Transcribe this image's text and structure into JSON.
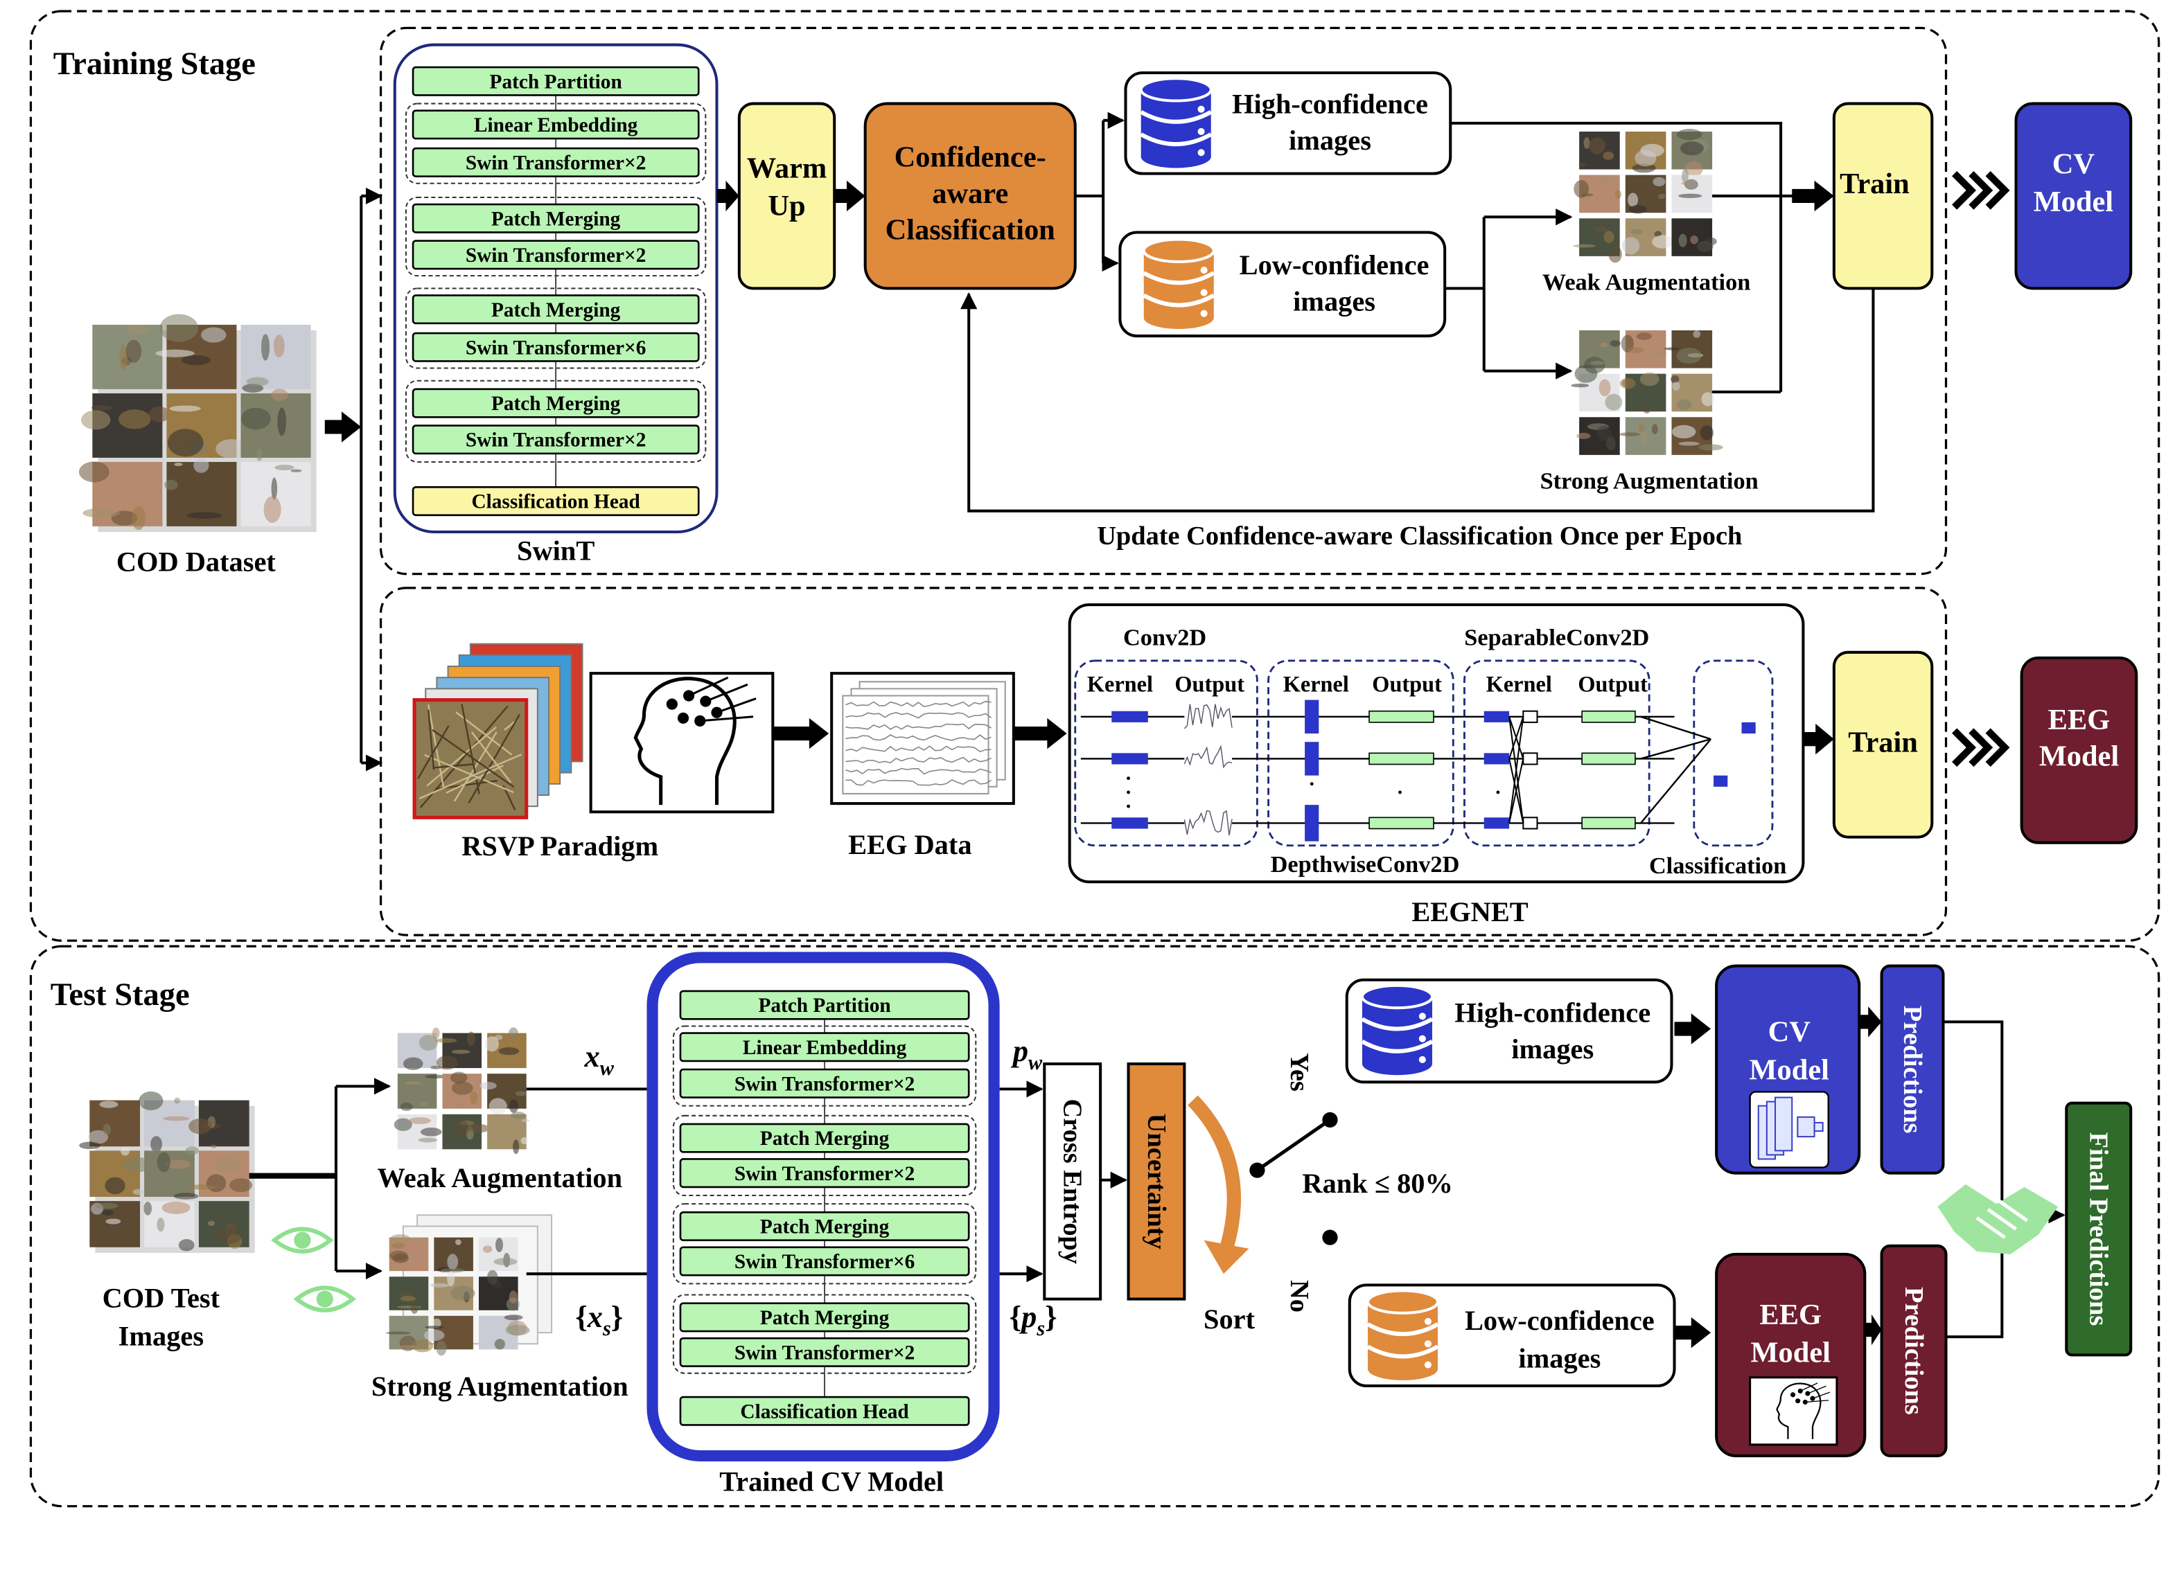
{
  "training": {
    "title": "Training Stage",
    "dataset_label": "COD Dataset",
    "swint": {
      "label": "SwinT",
      "layers": [
        "Patch Partition",
        "Linear Embedding",
        "Swin Transformer×2",
        "Patch Merging",
        "Swin Transformer×2",
        "Patch Merging",
        "Swin Transformer×6",
        "Patch Merging",
        "Swin Transformer×2",
        "Classification Head"
      ]
    },
    "warmup": [
      "Warm",
      "Up"
    ],
    "confidence_classification": [
      "Confidence-",
      "aware",
      "Classification"
    ],
    "high_confidence": [
      "High-confidence",
      "images"
    ],
    "low_confidence": [
      "Low-confidence",
      "images"
    ],
    "weak_augmentation": "Weak Augmentation",
    "strong_augmentation": "Strong Augmentation",
    "train_cv": "Train",
    "cv_model": [
      "CV",
      "Model"
    ],
    "update_note": "Update Confidence-aware Classification Once per Epoch",
    "rsvp_label": "RSVP Paradigm",
    "eeg_data_label": "EEG Data",
    "eegnet": {
      "title": "EEGNET",
      "conv2d": "Conv2D",
      "separable": "SeparableConv2D",
      "depthwise": "DepthwiseConv2D",
      "classification": "Classification",
      "kernel": "Kernel",
      "output": "Output"
    },
    "train_eeg": "Train",
    "eeg_model": [
      "EEG",
      "Model"
    ]
  },
  "test": {
    "title": "Test Stage",
    "dataset_label": [
      "COD Test",
      "Images"
    ],
    "weak_augmentation": "Weak Augmentation",
    "strong_augmentation": "Strong Augmentation",
    "x_weak": {
      "symbol": "x",
      "sub": "w"
    },
    "x_strong": {
      "open": "{",
      "symbol": "x",
      "sub": "s",
      "close": "}"
    },
    "trained_model": {
      "label": "Trained CV Model",
      "layers": [
        "Patch Partition",
        "Linear Embedding",
        "Swin Transformer×2",
        "Patch Merging",
        "Swin Transformer×2",
        "Patch Merging",
        "Swin Transformer×6",
        "Patch Merging",
        "Swin Transformer×2",
        "Classification Head"
      ]
    },
    "p_weak": {
      "symbol": "p",
      "sub": "w"
    },
    "p_strong": {
      "open": "{",
      "symbol": "p",
      "sub": "s",
      "close": "}"
    },
    "cross_entropy": "Cross Entropy",
    "uncertainty": "Uncertainty",
    "sort": "Sort",
    "yes": "Yes",
    "no": "No",
    "rank": "Rank ≤ 80%",
    "high_confidence": [
      "High-confidence",
      "images"
    ],
    "low_confidence": [
      "Low-confidence",
      "images"
    ],
    "cv_model": [
      "CV",
      "Model"
    ],
    "eeg_model": [
      "EEG",
      "Model"
    ],
    "predictions": "Predictions",
    "final_predictions": "Final Predictions"
  },
  "colors": {
    "swin_green": "#b9f5b4",
    "yellow": "#fbf5a6",
    "orange": "#e08a3c",
    "cv_blue": "#3a3fc4",
    "db_blue": "#2b35c9",
    "eeg_maroon": "#6e1e2e",
    "final_green": "#2f6b2a",
    "handshake_green": "#9fe59f"
  },
  "thumbnail_palette": [
    "#8a8f7a",
    "#6b5236",
    "#c9ccd4",
    "#3d3a35",
    "#9a7a45",
    "#7d7f66",
    "#b58a6e",
    "#5c4a33",
    "#e6e6e8",
    "#4a5140",
    "#a4906a",
    "#2f2c2a"
  ]
}
